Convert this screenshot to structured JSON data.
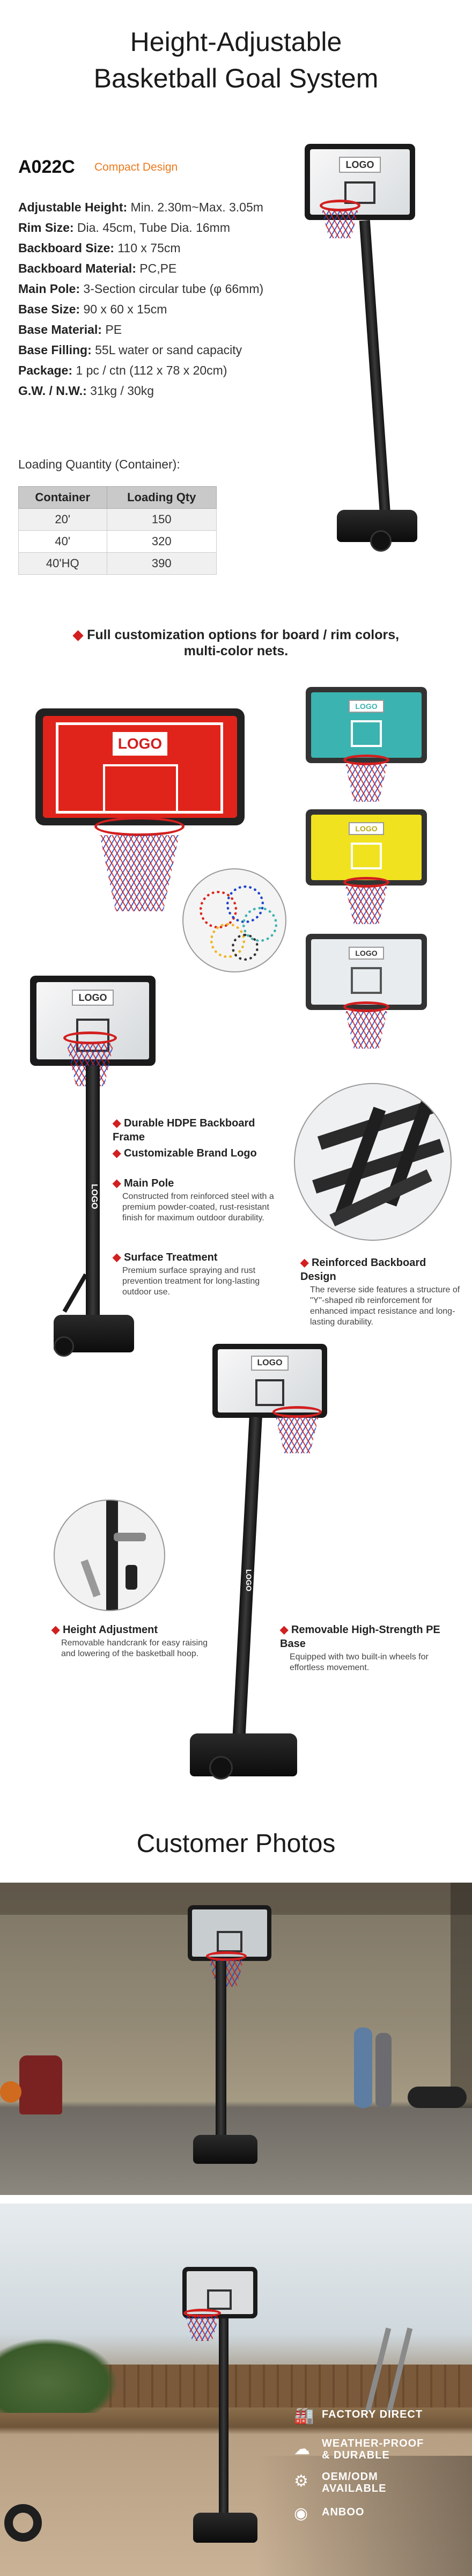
{
  "header": {
    "title_line1": "Height-Adjustable",
    "title_line2": "Basketball Goal System"
  },
  "product": {
    "model": "A022C",
    "subtitle": "Compact Design"
  },
  "specs": [
    {
      "key": "Adjustable Height:",
      "value": " Min. 2.30m~Max. 3.05m"
    },
    {
      "key": "Rim Size:",
      "value": " Dia. 45cm, Tube Dia. 16mm"
    },
    {
      "key": "Backboard Size:",
      "value": " 110 x 75cm"
    },
    {
      "key": "Backboard Material:",
      "value": " PC,PE"
    },
    {
      "key": "Main Pole:",
      "value": " 3-Section circular tube (φ 66mm)"
    },
    {
      "key": "Base Size:",
      "value": " 90 x 60 x 15cm"
    },
    {
      "key": "Base Material:",
      "value": " PE"
    },
    {
      "key": "Base Filling:",
      "value": " 55L water or sand capacity"
    },
    {
      "key": "Package:",
      "value": " 1 pc / ctn (112 x 78 x 20cm)"
    },
    {
      "key": "G.W. / N.W.:",
      "value": " 31kg / 30kg"
    }
  ],
  "loading": {
    "label": "Loading Quantity (Container):",
    "headers": [
      "Container",
      "Loading Qty"
    ],
    "rows": [
      [
        "20'",
        "150"
      ],
      [
        "40'",
        "320"
      ],
      [
        "40'HQ",
        "390"
      ]
    ]
  },
  "customization": {
    "bullet": "◆",
    "line1": "Full customization options for board / rim colors,",
    "line2": "multi-color nets."
  },
  "logo_text": "LOGO",
  "pole_logo_text": "LOGO",
  "features_left": [
    {
      "title": "Durable HDPE Backboard Frame",
      "desc": ""
    },
    {
      "title": "Customizable Brand Logo",
      "desc": ""
    },
    {
      "title": "Main Pole",
      "desc": "Constructed from reinforced steel with a premium powder-coated, rust-resistant finish for maximum outdoor durability."
    },
    {
      "title": "Surface Treatment",
      "desc": "Premium surface spraying and rust prevention treatment for long-lasting outdoor use."
    }
  ],
  "feature_reinforced": {
    "title": "Reinforced Backboard Design",
    "desc": "The reverse side features a structure of \"Y\"-shaped rib reinforcement for enhanced impact resistance and long-lasting durability."
  },
  "feature_height": {
    "title": "Height Adjustment",
    "desc": "Removable handcrank for easy raising and lowering of the basketball hoop."
  },
  "feature_base": {
    "title": "Removable High-Strength PE Base",
    "desc": "Equipped with two built-in wheels for effortless movement."
  },
  "customer": {
    "title": "Customer Photos"
  },
  "badges": [
    {
      "icon": "factory-icon",
      "glyph": "🏭",
      "text1": "FACTORY DIRECT",
      "text2": ""
    },
    {
      "icon": "weather-icon",
      "glyph": "☁",
      "text1": "WEATHER-PROOF",
      "text2": "& DURABLE"
    },
    {
      "icon": "gears-icon",
      "glyph": "⚙",
      "text1": "OEM/ODM",
      "text2": "AVAILABLE"
    },
    {
      "icon": "brand-icon",
      "glyph": "◉",
      "text1": "ANBOO",
      "text2": ""
    }
  ],
  "colors": {
    "accent_orange": "#ec7a1c",
    "bullet_red": "#d21f1f",
    "board_red": "#e0241b",
    "board_teal": "#3bb3b0",
    "board_yellow": "#f0e21e",
    "board_white": "#e8ecef"
  }
}
